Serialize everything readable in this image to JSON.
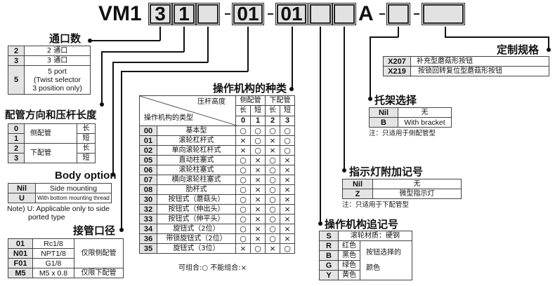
{
  "model_code": {
    "prefix": "VM1",
    "boxes": [
      "3",
      "1",
      "",
      "01",
      "01",
      "",
      "",
      "",
      ""
    ],
    "fixed_letter": "A",
    "separator": "-"
  },
  "port_count": {
    "title": "通口数",
    "rows": [
      {
        "code": "2",
        "desc": "2 通口"
      },
      {
        "code": "3",
        "desc": "3 通口"
      },
      {
        "code": "5",
        "desc": "5 port\n(Twist selector\n3 position only)"
      }
    ]
  },
  "piping": {
    "title": "配管方向和压杆长度",
    "rows": [
      {
        "code": "0",
        "group": "侧配管",
        "len": "长"
      },
      {
        "code": "1",
        "group": "侧配管",
        "len": "短"
      },
      {
        "code": "2",
        "group": "下配管",
        "len": "长"
      },
      {
        "code": "3",
        "group": "下配管",
        "len": "短"
      }
    ],
    "groups": [
      "侧配管",
      "下配管"
    ]
  },
  "body_option": {
    "title": "Body option",
    "rows": [
      {
        "code": "Nil",
        "desc": "Side mounting"
      },
      {
        "code": "U",
        "desc": "With bottom mounting thread"
      }
    ],
    "note_line1": "Note) U: Applicable only to side",
    "note_line2": "ported type"
  },
  "port_size": {
    "title": "接管口径",
    "rows": [
      {
        "code": "01",
        "size": "Rc1/8"
      },
      {
        "code": "N01",
        "size": "NPT1/8"
      },
      {
        "code": "F01",
        "size": "G1/8"
      },
      {
        "code": "M5",
        "size": "M5 x 0.8"
      }
    ],
    "note_side": "仅限侧配管",
    "note_bottom": "仅限下配管"
  },
  "actuator": {
    "title": "操作机构的种类",
    "header_top_right": "压杆高度",
    "header_bottom_left": "操作机构的类型",
    "groups": [
      "侧配管",
      "下配管"
    ],
    "lengths": [
      "长",
      "短",
      "长",
      "短"
    ],
    "cols": [
      "0",
      "1",
      "2",
      "3"
    ],
    "rows": [
      {
        "code": "00",
        "name": "基本型",
        "v": [
          "○",
          "○",
          "○",
          "○"
        ]
      },
      {
        "code": "01",
        "name": "滚轮杠杆式",
        "v": [
          "×",
          "○",
          "×",
          "○"
        ]
      },
      {
        "code": "02",
        "name": "单向滚轮杠杆式",
        "v": [
          "×",
          "○",
          "×",
          "○"
        ]
      },
      {
        "code": "05",
        "name": "直动柱塞式",
        "v": [
          "○",
          "×",
          "○",
          "×"
        ]
      },
      {
        "code": "06",
        "name": "滚轮柱塞式",
        "v": [
          "○",
          "×",
          "○",
          "×"
        ]
      },
      {
        "code": "07",
        "name": "横向滚轮柱塞式",
        "v": [
          "○",
          "×",
          "○",
          "×"
        ]
      },
      {
        "code": "08",
        "name": "肋杆式",
        "v": [
          "○",
          "×",
          "○",
          "×"
        ]
      },
      {
        "code": "30",
        "name": "按钮式（蘑菇头）",
        "v": [
          "○",
          "×",
          "○",
          "×"
        ]
      },
      {
        "code": "32",
        "name": "按钮式（伸出头）",
        "v": [
          "○",
          "×",
          "○",
          "×"
        ]
      },
      {
        "code": "33",
        "name": "按钮式（伸平头）",
        "v": [
          "○",
          "×",
          "○",
          "×"
        ]
      },
      {
        "code": "34",
        "name": "旋钮式（2位）",
        "v": [
          "○",
          "×",
          "○",
          "×"
        ]
      },
      {
        "code": "36",
        "name": "带锁旋钮式（2位）",
        "v": [
          "○",
          "×",
          "○",
          "×"
        ]
      },
      {
        "code": "35",
        "name": "旋钮式（3位）",
        "v": [
          "×",
          "○",
          "×",
          "○"
        ]
      }
    ],
    "legend": "可组合:○  不能组合:×"
  },
  "custom_spec": {
    "title": "定制规格",
    "rows": [
      {
        "code": "X207",
        "desc": "补充型蘑菇形按钮"
      },
      {
        "code": "X219",
        "desc": "按锁回转复位型蘑菇形按钮"
      }
    ]
  },
  "bracket": {
    "title": "托架选择",
    "rows": [
      {
        "code": "Nil",
        "desc": "无"
      },
      {
        "code": "B",
        "desc": "With bracket"
      }
    ],
    "note": "注：只适用于侧配管型"
  },
  "indicator": {
    "title": "指示灯附加记号",
    "rows": [
      {
        "code": "Nil",
        "desc": "无"
      },
      {
        "code": "Z",
        "desc": "微型指示灯"
      }
    ],
    "note": "注：只适用于下配管型"
  },
  "actuator_suffix": {
    "title": "操作机构追记号",
    "s_row": {
      "code": "S",
      "desc": "滚轮材质：硬钢"
    },
    "color_rows": [
      {
        "code": "R",
        "color": "红色"
      },
      {
        "code": "B",
        "color": "黑色"
      },
      {
        "code": "G",
        "color": "绿色"
      },
      {
        "code": "Y",
        "color": "黄色"
      }
    ],
    "color_note_line1": "按钮选择的",
    "color_note_line2": "颜色"
  }
}
